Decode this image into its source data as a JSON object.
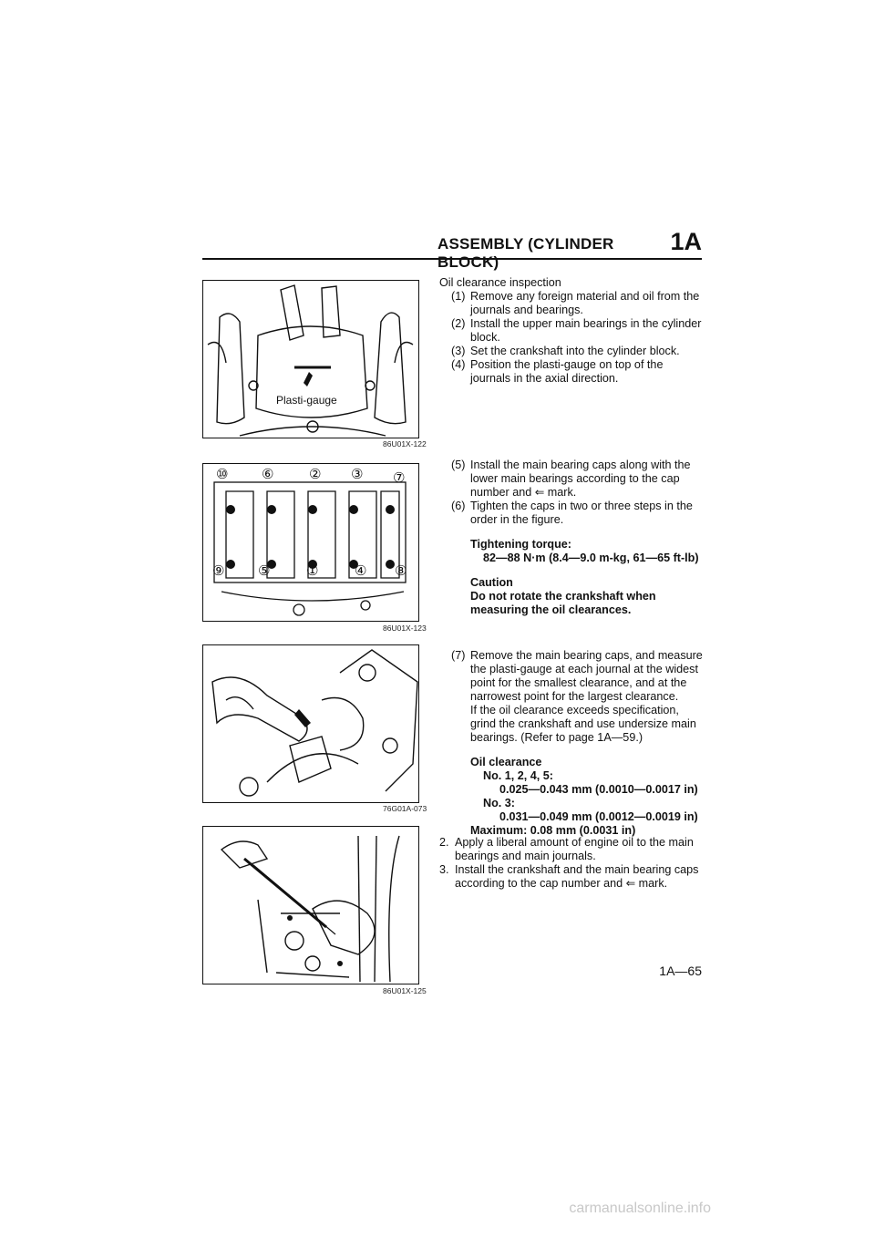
{
  "header": {
    "title": "ASSEMBLY (CYLINDER BLOCK)",
    "tag": "1A"
  },
  "figures": [
    {
      "code": "86U01X-122",
      "label": "Plasti-gauge"
    },
    {
      "code": "86U01X-123",
      "cap_numbers": [
        "⑩",
        "⑥",
        "②",
        "③",
        "⑦",
        "⑨",
        "⑤",
        "①",
        "④",
        "⑧"
      ]
    },
    {
      "code": "76G01A-073"
    },
    {
      "code": "86U01X-125"
    }
  ],
  "section1": {
    "heading": "Oil clearance inspection",
    "steps": [
      {
        "n": "(1)",
        "text": "Remove any foreign material and oil from the journals and bearings."
      },
      {
        "n": "(2)",
        "text": "Install the upper main bearings in the cylinder block."
      },
      {
        "n": "(3)",
        "text": "Set the crankshaft into the cylinder block."
      },
      {
        "n": "(4)",
        "text": "Position the plasti-gauge on top of the journals in the axial direction."
      }
    ]
  },
  "section2": {
    "steps": [
      {
        "n": "(5)",
        "text": "Install the main bearing caps along with the lower main bearings according to the cap number and ⇐ mark."
      },
      {
        "n": "(6)",
        "text": "Tighten the caps in two or three steps in the order in the figure."
      }
    ],
    "torque_label": "Tightening torque:",
    "torque_value": "82—88 N·m (8.4—9.0 m-kg, 61—65 ft-lb)",
    "caution_label": "Caution",
    "caution_text": "Do not rotate the crankshaft when measuring the oil clearances."
  },
  "section3": {
    "step": {
      "n": "(7)",
      "text": "Remove the main bearing caps, and measure the plasti-gauge at each journal at the widest point for the smallest clearance, and at the narrowest point for the largest clearance."
    },
    "note": "If the oil clearance exceeds specification, grind the crankshaft and use undersize main bearings. (Refer to page 1A—59.)",
    "spec_label": "Oil clearance",
    "spec_a_label": "No. 1, 2, 4, 5:",
    "spec_a_value": "0.025—0.043 mm (0.0010—0.0017 in)",
    "spec_b_label": "No. 3:",
    "spec_b_value": "0.031—0.049 mm (0.0012—0.0019 in)",
    "spec_max": "Maximum: 0.08 mm (0.0031 in)"
  },
  "section4": {
    "steps": [
      {
        "n": "2.",
        "text": "Apply a liberal amount of engine oil to the main bearings and main journals."
      },
      {
        "n": "3.",
        "text": "Install the crankshaft and the main bearing caps according to the cap number and ⇐ mark."
      }
    ]
  },
  "page_number": "1A—65",
  "watermark": "carmanualsonline.info"
}
